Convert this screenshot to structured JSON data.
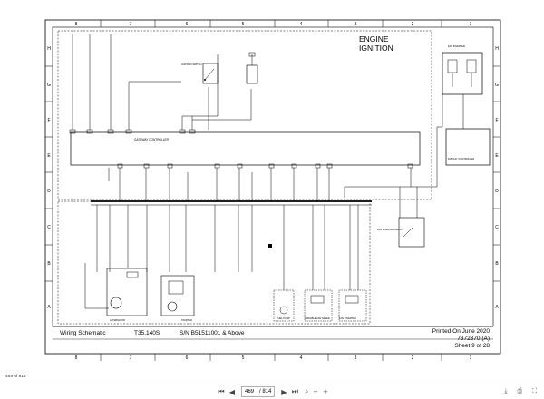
{
  "header": {
    "title_line1": "ENGINE",
    "title_line2": "IGNITION"
  },
  "zones": {
    "columns": [
      "8",
      "7",
      "6",
      "5",
      "4",
      "3",
      "2",
      "1"
    ],
    "rows": [
      "A",
      "B",
      "C",
      "D",
      "E",
      "F",
      "G",
      "H"
    ]
  },
  "components": {
    "gateway": "GATEWAY CONTROLLER",
    "fan_inverter": "FAN INVERTER",
    "display_controller": "DISPLAY CONTROLLER",
    "ignition_switch": "IGNITION SWITCH",
    "fan_relay": "FAN INVERTER RELAY",
    "alternator": "ALTERNATOR",
    "starter": "STARTER",
    "fuel_pump": "FUEL PUMP",
    "variable_fan_1": "VARIABLE FAN SPEED",
    "variable_fan_2": "FAN INVERTER"
  },
  "footer": {
    "label": "Wiring Schematic",
    "model": "T35.140S",
    "serial": "S/N B51511001 & Above",
    "printed": "Printed On June 2020",
    "doc_no": "7372370 (A)",
    "sheet": "Sheet 9 of 28"
  },
  "page_indicator": "469 of 814",
  "viewer": {
    "current_page": "469",
    "total_pages": "/ 814"
  }
}
